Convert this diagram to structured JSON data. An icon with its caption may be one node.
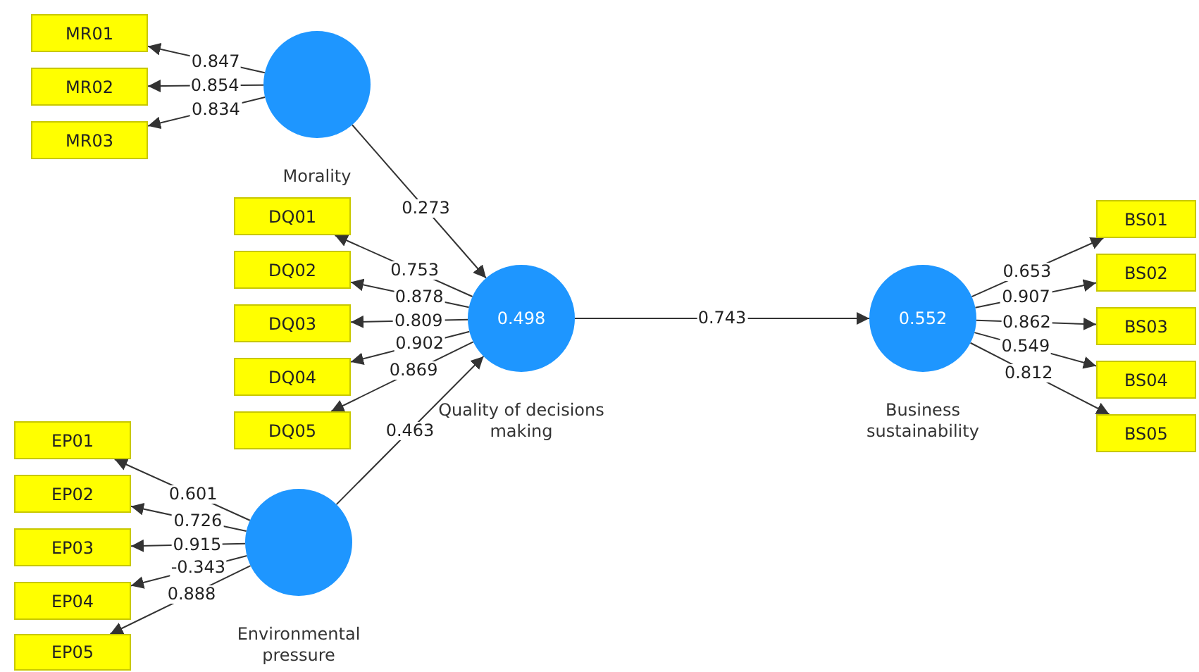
{
  "diagram": {
    "nodes": [
      {
        "text": [
          "MR01"
        ]
      },
      {
        "text": [
          "MR02"
        ]
      },
      {
        "text": [
          "MR03"
        ]
      },
      {
        "text": [
          "Morality"
        ]
      },
      {
        "text": [
          "DQ01"
        ]
      },
      {
        "text": [
          "DQ02"
        ]
      },
      {
        "text": [
          "DQ03"
        ]
      },
      {
        "text": [
          "DQ04"
        ]
      },
      {
        "text": [
          "DQ05"
        ]
      },
      {
        "text": [
          "0.498",
          "Quality of decisions making"
        ]
      },
      {
        "text": [
          "0.552",
          "Business sustainability"
        ]
      },
      {
        "text": [
          "BS01"
        ]
      },
      {
        "text": [
          "BS02"
        ]
      },
      {
        "text": [
          "BS03"
        ]
      },
      {
        "text": [
          "BS04"
        ]
      },
      {
        "text": [
          "BS05"
        ]
      },
      {
        "text": [
          "EP01"
        ]
      },
      {
        "text": [
          "EP02"
        ]
      },
      {
        "text": [
          "EP03"
        ]
      },
      {
        "text": [
          "EP04"
        ]
      },
      {
        "text": [
          "EP05"
        ]
      },
      {
        "text": [
          "Environmental pressure"
        ]
      }
    ],
    "edges": [
      {
        "from": 3,
        "to": 0,
        "arrow": "to",
        "label": "0.847"
      },
      {
        "from": 3,
        "to": 1,
        "arrow": "to",
        "label": "0.854"
      },
      {
        "from": 3,
        "to": 2,
        "arrow": "to",
        "label": "0.834"
      },
      {
        "from": 3,
        "to": 9,
        "arrow": "to",
        "label": "0.273"
      },
      {
        "from": 9,
        "to": 4,
        "arrow": "to",
        "label": "0.753"
      },
      {
        "from": 9,
        "to": 5,
        "arrow": "to",
        "label": "0.878"
      },
      {
        "from": 9,
        "to": 6,
        "arrow": "to",
        "label": "0.809"
      },
      {
        "from": 9,
        "to": 7,
        "arrow": "to",
        "label": "0.902"
      },
      {
        "from": 9,
        "to": 8,
        "arrow": "to",
        "label": "0.869"
      },
      {
        "from": 9,
        "to": 10,
        "arrow": "to",
        "label": "0.743"
      },
      {
        "from": 10,
        "to": 11,
        "arrow": "to",
        "label": "0.653"
      },
      {
        "from": 10,
        "to": 12,
        "arrow": "to",
        "label": "0.907"
      },
      {
        "from": 10,
        "to": 13,
        "arrow": "to",
        "label": "0.862"
      },
      {
        "from": 10,
        "to": 14,
        "arrow": "to",
        "label": "0.549"
      },
      {
        "from": 10,
        "to": 15,
        "arrow": "to",
        "label": "0.812"
      },
      {
        "from": 21,
        "to": 9,
        "arrow": "to",
        "label": "0.463"
      },
      {
        "from": 21,
        "to": 16,
        "arrow": "to",
        "label": "0.601"
      },
      {
        "from": 21,
        "to": 17,
        "arrow": "to",
        "label": "0.726"
      },
      {
        "from": 21,
        "to": 18,
        "arrow": "to",
        "label": "0.915"
      },
      {
        "from": 21,
        "to": 19,
        "arrow": "to",
        "label": "-0.343"
      },
      {
        "from": 21,
        "to": 20,
        "arrow": "to",
        "label": "0.888"
      }
    ]
  }
}
